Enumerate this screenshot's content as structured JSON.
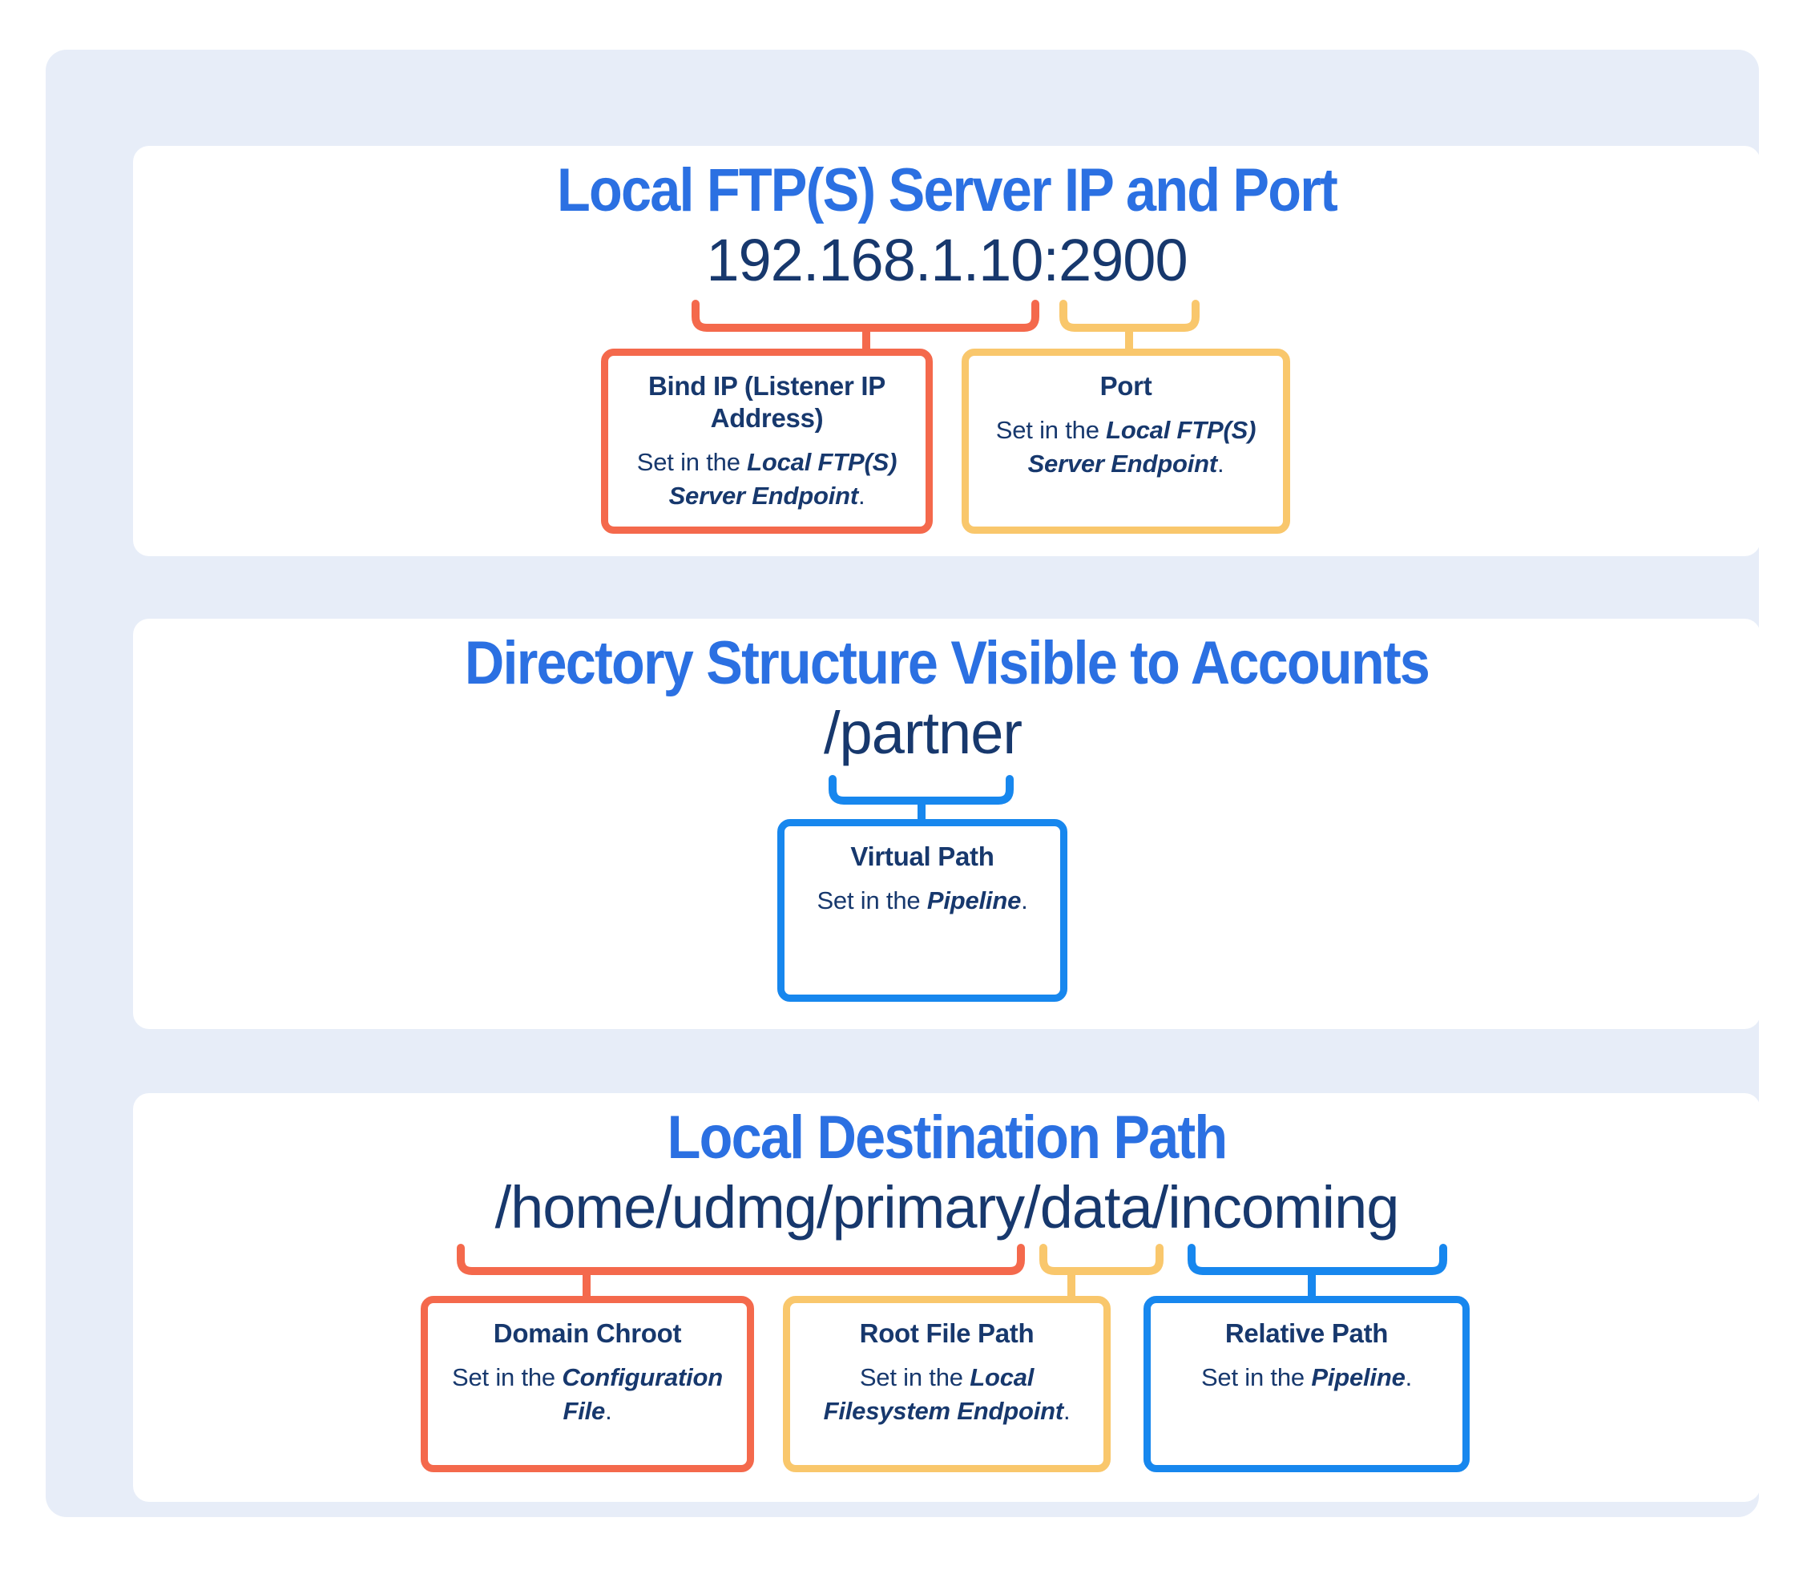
{
  "palette": {
    "title_blue": "#2b70e2",
    "navy_text": "#17386d",
    "accent_red": "#f4694c",
    "accent_yellow": "#f9c76c",
    "accent_blue": "#1787ee",
    "panel_background": "#e7edf8",
    "card_background": "#ffffff"
  },
  "sections": [
    {
      "title": "Local FTP(S) Server IP and Port",
      "value": "192.168.1.10:2900",
      "boxes": [
        {
          "heading": "Bind IP (Listener IP Address)",
          "prefix": "Set in the ",
          "emphasis": "Local FTP(S) Server Endpoint",
          "suffix": "."
        },
        {
          "heading": "Port",
          "prefix": "Set in the ",
          "emphasis": "Local FTP(S) Server Endpoint",
          "suffix": "."
        }
      ]
    },
    {
      "title": "Directory Structure Visible to Accounts",
      "value": "/partner",
      "boxes": [
        {
          "heading": "Virtual Path",
          "prefix": "Set in the ",
          "emphasis": "Pipeline",
          "suffix": "."
        }
      ]
    },
    {
      "title": "Local Destination Path",
      "value": "/home/udmg/primary/data/incoming",
      "boxes": [
        {
          "heading": "Domain Chroot",
          "prefix": "Set in the ",
          "emphasis": "Configuration File",
          "suffix": "."
        },
        {
          "heading": "Root File Path",
          "prefix": "Set in the ",
          "emphasis": "Local Filesystem Endpoint",
          "suffix": "."
        },
        {
          "heading": "Relative Path",
          "prefix": "Set in the ",
          "emphasis": "Pipeline",
          "suffix": "."
        }
      ]
    }
  ]
}
